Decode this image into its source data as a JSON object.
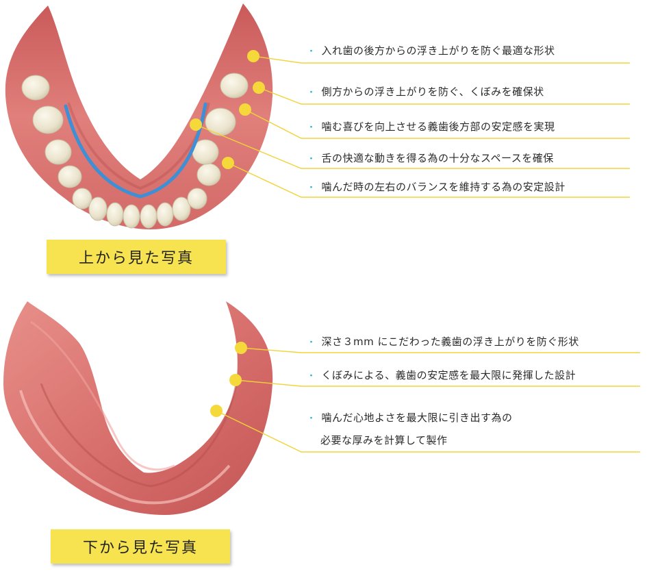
{
  "top_section": {
    "caption": "上から見た写真",
    "notes": [
      "入れ歯の後方からの浮き上がりを防ぐ最適な形状",
      "側方からの浮き上がりを防ぐ、くぼみを確保状",
      "噛む喜びを向上させる義歯後方部の安定感を実現",
      "舌の快適な動きを得る為の十分なスペースを確保",
      "噛んだ時の左右のバランスを維持する為の安定設計"
    ]
  },
  "bottom_section": {
    "caption": "下から見た写真",
    "notes": [
      "深さ３mm にこだわった義歯の浮き上がりを防ぐ形状",
      "くぼみによる、義歯の安定感を最大限に発揮した設計",
      "噛んだ心地よさを最大限に引き出す為の",
      "必要な厚みを計算して製作"
    ]
  },
  "colors": {
    "bullet": "#2bb3d6",
    "marker": "#f5d83a",
    "caption_bg": "#f7e34f",
    "gum": "#d9706e",
    "tooth": "#efe9d6",
    "arch_line": "#3d8fd6"
  },
  "bullet_glyph": "・"
}
